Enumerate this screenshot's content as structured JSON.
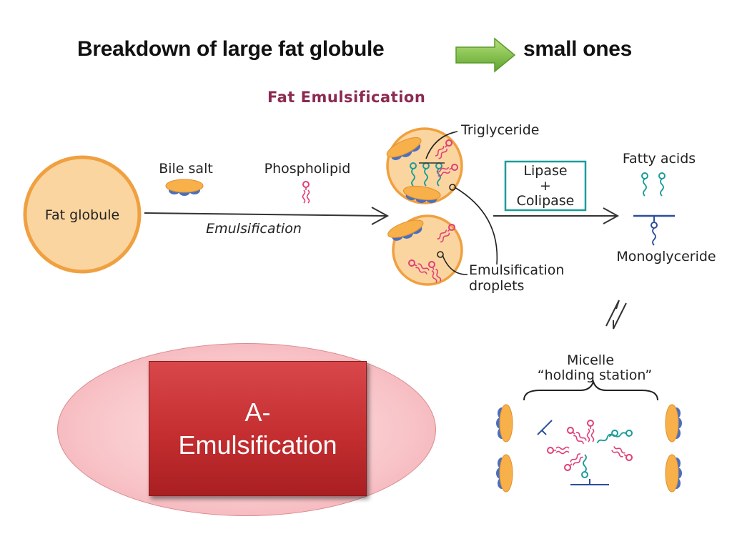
{
  "title": {
    "left": "Breakdown of large fat globule",
    "right": "small ones",
    "arrow_color": "#7cc142"
  },
  "diagram": {
    "heading": "Fat Emulsification",
    "fat_globule": "Fat globule",
    "bile_salt": "Bile salt",
    "phospholipid": "Phospholipid",
    "emulsification": "Emulsification",
    "triglyceride": "Triglyceride",
    "enzyme_line1": "Lipase",
    "enzyme_line2": "+",
    "enzyme_line3": "Colipase",
    "fatty_acids": "Fatty acids",
    "monoglyceride": "Monoglyceride",
    "droplets_line1": "Emulsification",
    "droplets_line2": "droplets",
    "micelle_line1": "Micelle",
    "micelle_line2": "“holding station”",
    "equilibrium_symbol": "⇅"
  },
  "card": {
    "line1": "A-",
    "line2": "Emulsification"
  },
  "colors": {
    "globule_fill": "#fbd5a0",
    "globule_stroke": "#f0a040",
    "bile_orange": "#f7b04a",
    "bile_blue": "#4a6fc0",
    "phospholipid_pink": "#e0407a",
    "teal": "#1a9c9a",
    "heading": "#8c2a52"
  }
}
